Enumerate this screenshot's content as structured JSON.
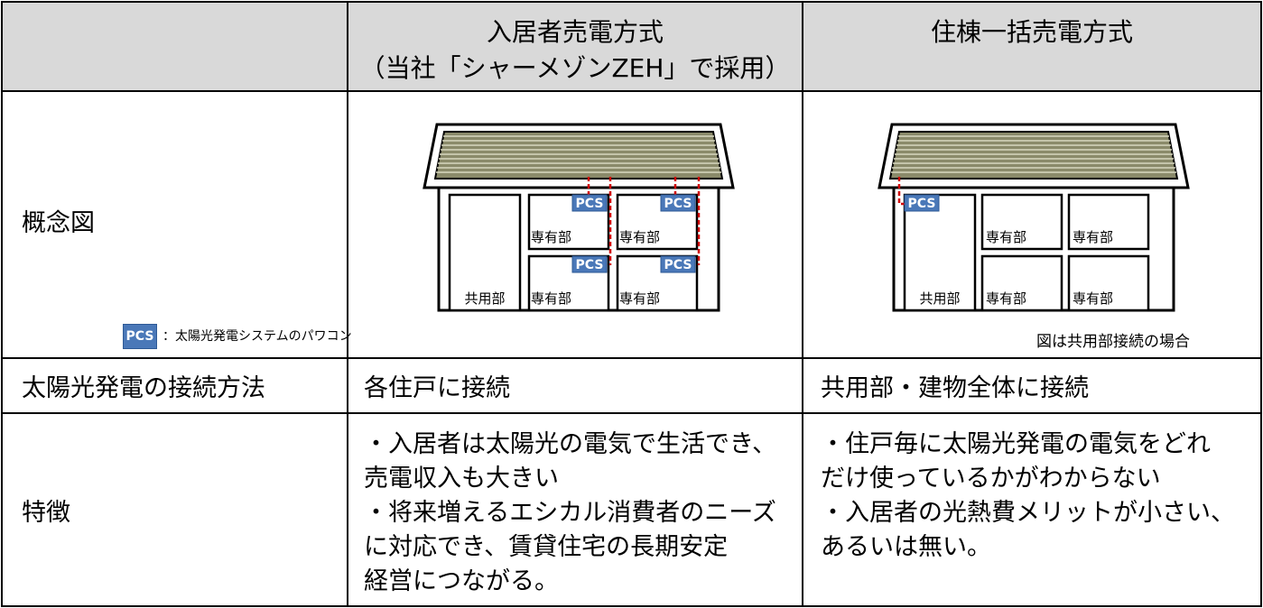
{
  "header": {
    "col1_line1": "入居者売電方式",
    "col1_line2": "（当社「シャーメゾンZEH」で採用）",
    "col2": "住棟一括売電方式"
  },
  "rows": {
    "concept": {
      "label": "概念図",
      "legend_badge": "PCS",
      "legend_text": "：太陽光発電システムのパワコン",
      "diagram_left": {
        "pcs_badge": "PCS",
        "common_room": "共用部",
        "private_room": "専有部"
      },
      "diagram_right": {
        "pcs_badge": "PCS",
        "common_room": "共用部",
        "private_room": "専有部",
        "note": "図は共用部接続の場合"
      }
    },
    "connection": {
      "label": "太陽光発電の接続方法",
      "col1": "各住戸に接続",
      "col2": "共用部・建物全体に接続"
    },
    "features": {
      "label": "特徴",
      "col1": [
        "・入居者は太陽光の電気で生活でき、",
        "売電収入も大きい",
        "・将来増えるエシカル消費者のニーズ",
        "に対応でき、賃貸住宅の長期安定",
        "経営につながる。"
      ],
      "col2": [
        "・住戸毎に太陽光発電の電気をどれ",
        "だけ使っているかがわからない",
        "・入居者の光熱費メリットが小さい、",
        "あるいは無い。"
      ]
    }
  },
  "colors": {
    "header_bg": "#d9d9d9",
    "pcs_blue": "#4a78b8",
    "roof_stripe": "#8a8a6a",
    "dashed_red": "#d00000"
  }
}
